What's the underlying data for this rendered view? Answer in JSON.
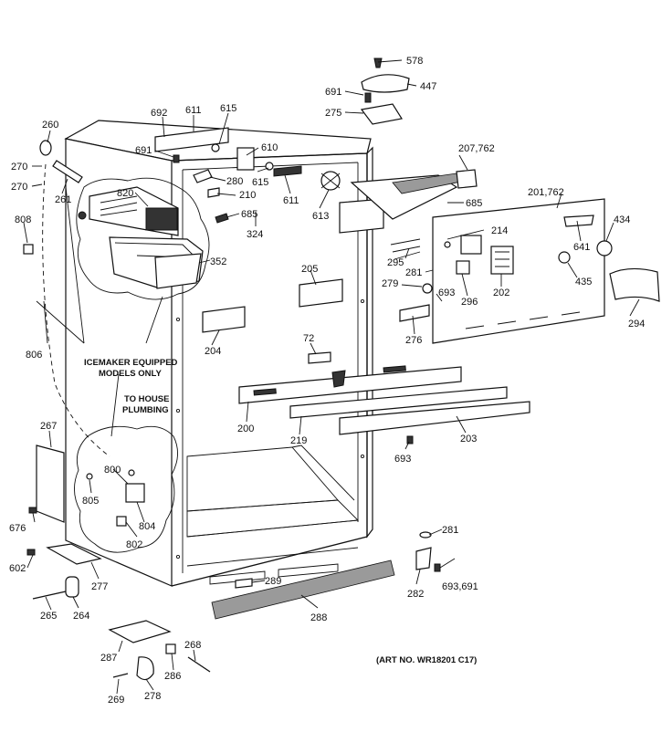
{
  "notes": {
    "icemaker_line1": "ICEMAKER EQUIPPED",
    "icemaker_line2": "MODELS ONLY",
    "plumbing_line1": "TO HOUSE",
    "plumbing_line2": "PLUMBING",
    "art_no": "(ART NO. WR18201 C17)"
  },
  "labels": {
    "p578": "578",
    "p447": "447",
    "p691a": "691",
    "p275": "275",
    "p692": "692",
    "p611a": "611",
    "p615a": "615",
    "p691b": "691",
    "p610": "610",
    "p207": "207,762",
    "p260": "260",
    "p270a": "270",
    "p270b": "270",
    "p261": "261",
    "p820": "820",
    "p280": "280",
    "p210": "210",
    "p615b": "615",
    "p611b": "611",
    "p613": "613",
    "p685a": "685",
    "p685b": "685",
    "p324": "324",
    "p201": "201,762",
    "p214": "214",
    "p434": "434",
    "p808": "808",
    "p352": "352",
    "p641": "641",
    "p295": "295",
    "p281a": "281",
    "p279": "279",
    "p693a": "693",
    "p296": "296",
    "p202": "202",
    "p435": "435",
    "p205": "205",
    "p294": "294",
    "p204": "204",
    "p276": "276",
    "p806": "806",
    "p72": "72",
    "p200": "200",
    "p219": "219",
    "p203": "203",
    "p267": "267",
    "p693b": "693",
    "p800": "800",
    "p805": "805",
    "p804": "804",
    "p676": "676",
    "p802": "802",
    "p281b": "281",
    "p602": "602",
    "p277": "277",
    "p282": "282",
    "p693691": "693,691",
    "p289": "289",
    "p265": "265",
    "p264": "264",
    "p288": "288",
    "p268": "268",
    "p287": "287",
    "p286": "286",
    "p269": "269",
    "p278": "278"
  }
}
